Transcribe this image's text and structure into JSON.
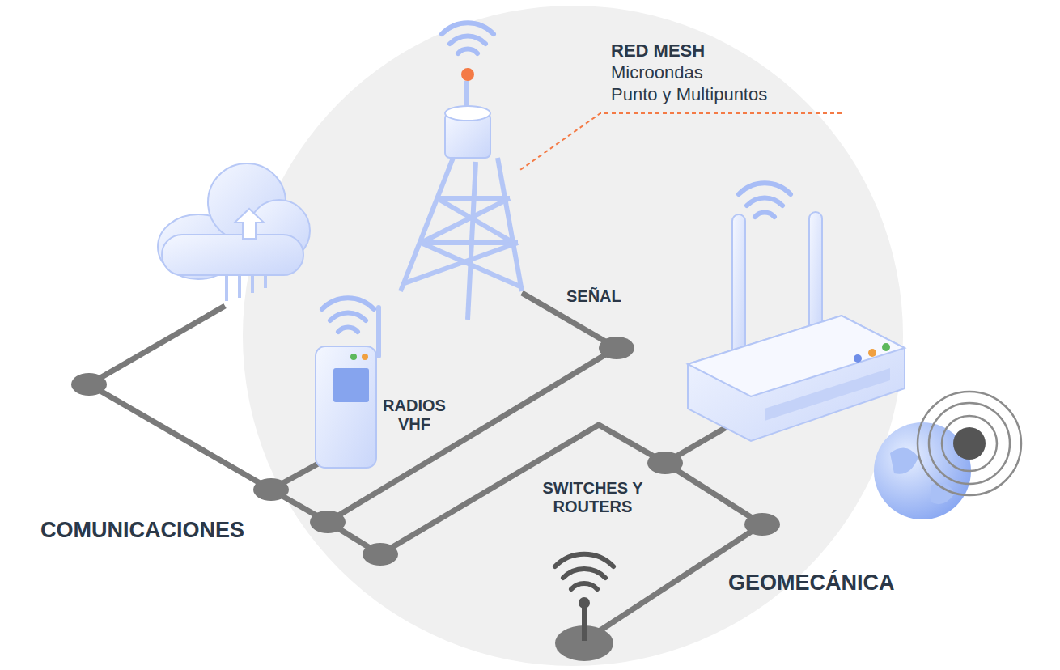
{
  "diagram": {
    "labels": [
      "RED MESH",
      "Microondas",
      "Punto y Multipuntos",
      "SEÑAL",
      "RADIOS VHF",
      "SWITCHES Y ROUTERS",
      "COMUNICACIONES",
      "GEOMECÁNICA"
    ]
  }
}
